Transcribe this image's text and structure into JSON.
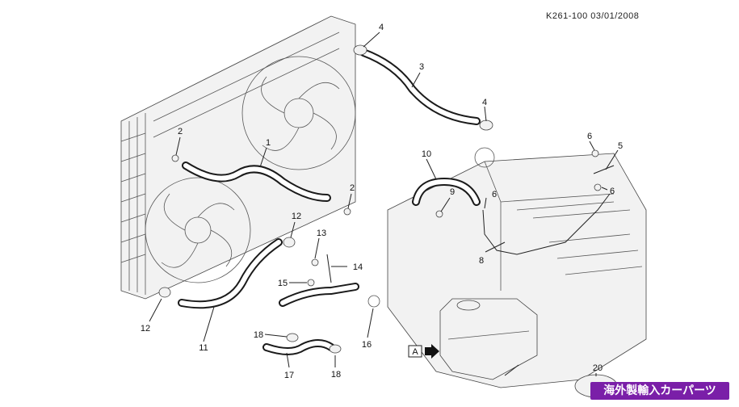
{
  "header": {
    "code": "K261-100 03/01/2008"
  },
  "parts": [
    {
      "id": "p1",
      "number": "1"
    },
    {
      "id": "p2a",
      "number": "2"
    },
    {
      "id": "p2b",
      "number": "2"
    },
    {
      "id": "p3",
      "number": "3"
    },
    {
      "id": "p4a",
      "number": "4"
    },
    {
      "id": "p4b",
      "number": "4"
    },
    {
      "id": "p5",
      "number": "5"
    },
    {
      "id": "p6a",
      "number": "6"
    },
    {
      "id": "p6b",
      "number": "6"
    },
    {
      "id": "p6c",
      "number": "6"
    },
    {
      "id": "p8",
      "number": "8"
    },
    {
      "id": "p9",
      "number": "9"
    },
    {
      "id": "p10",
      "number": "10"
    },
    {
      "id": "p11",
      "number": "11"
    },
    {
      "id": "p12a",
      "number": "12"
    },
    {
      "id": "p12b",
      "number": "12"
    },
    {
      "id": "p13",
      "number": "13"
    },
    {
      "id": "p14",
      "number": "14"
    },
    {
      "id": "p15",
      "number": "15"
    },
    {
      "id": "p16",
      "number": "16"
    },
    {
      "id": "p17",
      "number": "17"
    },
    {
      "id": "p18a",
      "number": "18"
    },
    {
      "id": "p18b",
      "number": "18"
    },
    {
      "id": "p20",
      "number": "20"
    }
  ],
  "view_marker": "A",
  "badge": {
    "text": "海外製輸入カーパーツ"
  }
}
